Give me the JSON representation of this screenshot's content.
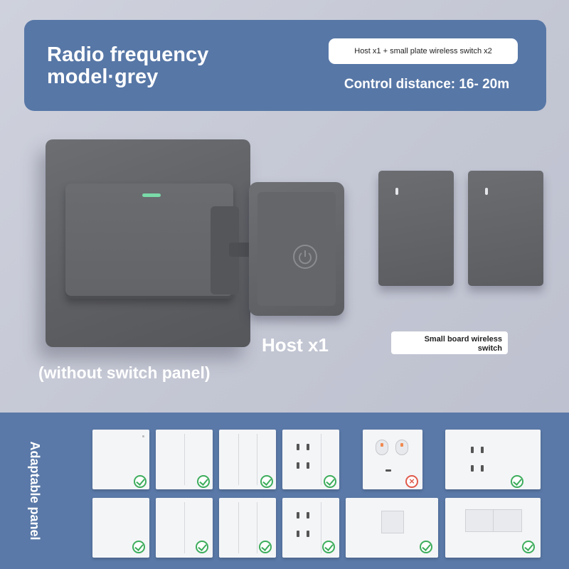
{
  "banner": {
    "title": "Radio frequency\nmodel·grey",
    "pill": "Host x1 + small plate wireless switch x2",
    "distance": "Control distance: 16- 20m"
  },
  "product": {
    "host_label": "Host x1",
    "without_label": "(without switch panel)",
    "mini_label": "Small board wireless\nswitch"
  },
  "adaptable": {
    "label": "Adaptable panel",
    "tiles": [
      {
        "kind": "1-gang",
        "compatible": true
      },
      {
        "kind": "2-gang",
        "compatible": true
      },
      {
        "kind": "3-gang",
        "compatible": true
      },
      {
        "kind": "socket-with-switch",
        "compatible": true
      },
      {
        "kind": "double-button-round-socket",
        "compatible": false
      },
      {
        "kind": "wide-socket",
        "compatible": true
      },
      {
        "kind": "1-gang-flat",
        "compatible": true
      },
      {
        "kind": "2-gang-flat",
        "compatible": true
      },
      {
        "kind": "3-gang-flat",
        "compatible": true
      },
      {
        "kind": "socket-flat",
        "compatible": true
      },
      {
        "kind": "wide-1-gang",
        "compatible": true
      },
      {
        "kind": "wide-2-gang",
        "compatible": true
      }
    ]
  },
  "colors": {
    "banner": "#5777a6",
    "bottom": "#5a79a8",
    "check": "#3dad5c",
    "cross": "#e05a4b"
  }
}
